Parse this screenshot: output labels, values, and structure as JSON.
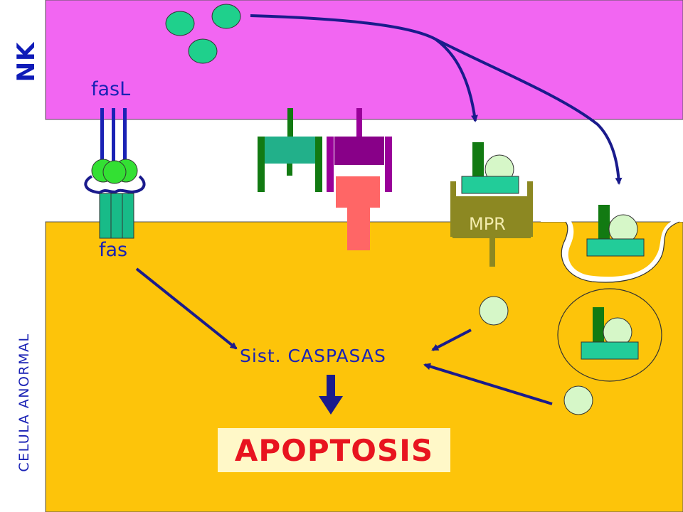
{
  "labels": {
    "nk": "NK",
    "abnormal_cell": "CELULA ANORMAL",
    "fas_ligand": "fasL",
    "fas": "fas",
    "mpr": "MPR",
    "caspase_system": "Sist. CASPASAS",
    "outcome": "APOPTOSIS"
  },
  "colors": {
    "nk_cell": "#f266f2",
    "abnormal_cell": "#fdc40a",
    "arrow": "#1a1b8c",
    "granule": "#1fd08c",
    "granzyme": "#d6f7c8",
    "fasL_ball": "#33e033",
    "fas_receptor": "#18bb88",
    "mpr": "#8c8822",
    "apoptosis_text": "#e8141f"
  }
}
